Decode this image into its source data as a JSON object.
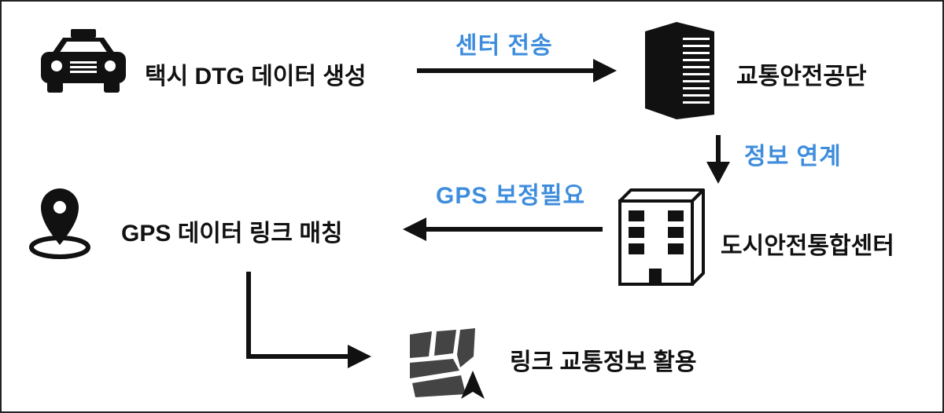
{
  "nodes": {
    "taxi": {
      "label": "택시 DTG 데이터 생성",
      "icon": "taxi-icon"
    },
    "safety_authority": {
      "label": "교통안전공단",
      "icon": "office-tower-icon"
    },
    "city_center": {
      "label": "도시안전통합센터",
      "icon": "building-icon"
    },
    "gps_matching": {
      "label": "GPS 데이터 링크 매칭",
      "icon": "map-pin-icon"
    },
    "link_traffic": {
      "label": "링크 교통정보 활용",
      "icon": "map-icon"
    }
  },
  "edges": {
    "center_transfer": {
      "label": "센터 전송"
    },
    "info_link": {
      "label": "정보 연계"
    },
    "gps_correction": {
      "label": "GPS 보정필요"
    }
  },
  "colors": {
    "edge_label": "#3e8ddd",
    "ink": "#111111"
  }
}
